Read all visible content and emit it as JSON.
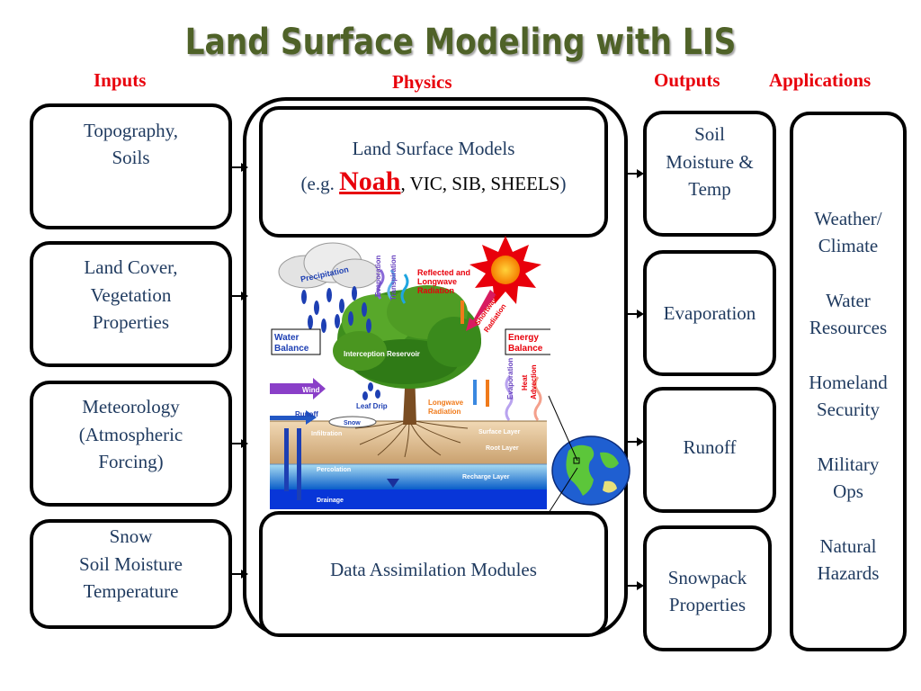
{
  "title": "Land Surface Modeling with LIS",
  "headers": {
    "inputs": "Inputs",
    "physics": "Physics",
    "outputs": "Outputs",
    "applications": "Applications"
  },
  "inputs": [
    {
      "lines": [
        "Topography,",
        "Soils"
      ]
    },
    {
      "lines": [
        "Land Cover,",
        "Vegetation",
        "Properties"
      ]
    },
    {
      "lines": [
        "Meteorology",
        "(Atmospheric",
        "Forcing)"
      ]
    },
    {
      "lines": [
        "Snow",
        "Soil Moisture",
        "Temperature"
      ]
    }
  ],
  "physics": {
    "lsm_title": "Land Surface Models",
    "lsm_prefix": "(e.g. ",
    "lsm_noah": "Noah",
    "lsm_rest": ", VIC, SIB, SHEELS",
    "lsm_suffix": ")",
    "da_title": "Data Assimilation Modules"
  },
  "diagram": {
    "precipitation": "Precipitation",
    "evaporation": "Evaporation",
    "transpiration": "Transpiration",
    "reflected": "Reflected and",
    "longwave": "Longwave",
    "radiation": "Radiation",
    "shortwave": "Shortwave",
    "shortwave_rad": "Radiation",
    "water_balance_1": "Water",
    "water_balance_2": "Balance",
    "energy_balance_1": "Energy",
    "energy_balance_2": "Balance",
    "interception": "Interception Reservoir",
    "wind": "Wind",
    "leaf_drip": "Leaf Drip",
    "longwave_rad_1": "Longwave",
    "longwave_rad_2": "Radiation",
    "evaporation_2": "Evaporation",
    "heat_1": "Heat",
    "heat_2": "Advection",
    "runoff": "Runoff",
    "snow": "Snow",
    "infiltration": "Infiltration",
    "surface_layer": "Surface Layer",
    "root_layer": "Root Layer",
    "percolation": "Percolation",
    "recharge_layer": "Recharge Layer",
    "drainage": "Drainage"
  },
  "outputs": [
    {
      "lines": [
        "Soil",
        "Moisture &",
        "Temp"
      ]
    },
    {
      "lines": [
        "Evaporation"
      ]
    },
    {
      "lines": [
        "Runoff"
      ]
    },
    {
      "lines": [
        "Snowpack",
        "Properties"
      ]
    }
  ],
  "applications": [
    {
      "lines": [
        "Weather/",
        "Climate"
      ]
    },
    {
      "lines": [
        "Water",
        "Resources"
      ]
    },
    {
      "lines": [
        "Homeland",
        "Security"
      ]
    },
    {
      "lines": [
        "Military",
        "Ops"
      ]
    },
    {
      "lines": [
        "Natural",
        "Hazards"
      ]
    }
  ],
  "colors": {
    "title": "#4f6228",
    "header": "#e8000b",
    "box_text": "#1f3a5f",
    "noah": "#e8000b"
  }
}
